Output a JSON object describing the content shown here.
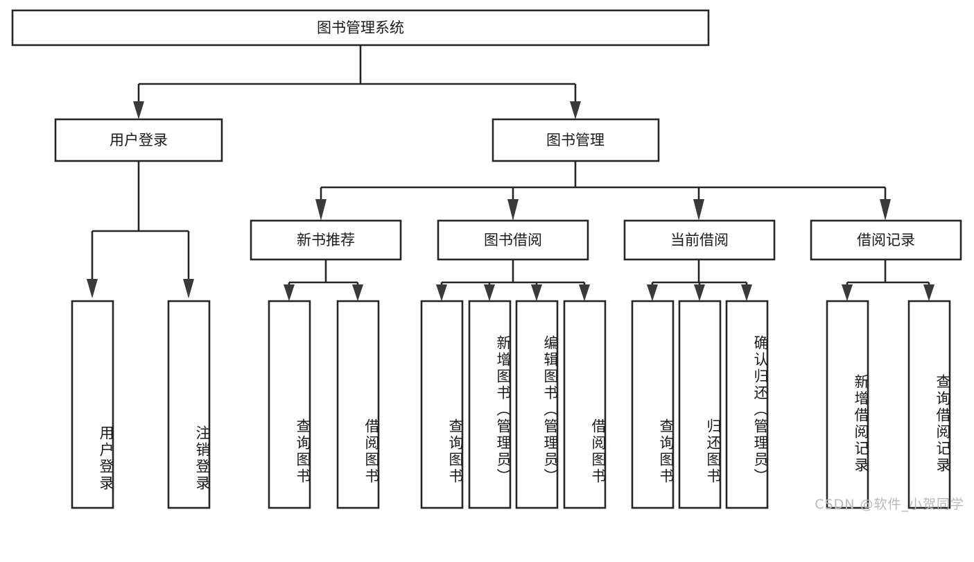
{
  "diagram": {
    "title": "图书管理系统",
    "type": "tree-hierarchy-chart",
    "root": {
      "label": "图书管理系统"
    },
    "level2": [
      {
        "label": "用户登录"
      },
      {
        "label": "图书管理"
      }
    ],
    "level3": [
      {
        "label": "新书推荐"
      },
      {
        "label": "图书借阅"
      },
      {
        "label": "当前借阅"
      },
      {
        "label": "借阅记录"
      }
    ],
    "leaves": {
      "user_login": [
        {
          "label": "用户登录"
        },
        {
          "label": "注销登录"
        }
      ],
      "new_book_recommend": [
        {
          "label": "查询图书"
        },
        {
          "label": "借阅图书"
        }
      ],
      "book_borrow": [
        {
          "label": "查询图书"
        },
        {
          "label": "新增图书（管理员）"
        },
        {
          "label": "编辑图书（管理员）"
        },
        {
          "label": "借阅图书"
        }
      ],
      "current_borrow": [
        {
          "label": "查询图书"
        },
        {
          "label": "归还图书"
        },
        {
          "label": "确认归还（管理员）"
        }
      ],
      "borrow_record": [
        {
          "label": "新增借阅记录"
        },
        {
          "label": "查询借阅记录"
        }
      ]
    }
  },
  "watermark": {
    "text": "CSDN @软件_小贺同学"
  },
  "colors": {
    "stroke": "#262626",
    "fill": "#ffffff",
    "text": "#1a1a1a",
    "watermark": "#b9b9b9"
  }
}
